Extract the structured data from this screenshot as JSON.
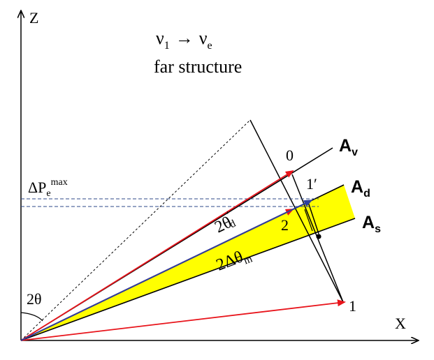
{
  "axes": {
    "z_label": "Z",
    "x_label": "X"
  },
  "header": {
    "transition_from": "ν",
    "transition_from_sub": "1",
    "transition_arrow": "→",
    "transition_to": "ν",
    "transition_to_sub": "e",
    "structure": "far structure"
  },
  "labels": {
    "A_v": {
      "main": "A",
      "sub": "v"
    },
    "A_d": {
      "main": "A",
      "sub": "d"
    },
    "A_s": {
      "main": "A",
      "sub": "s"
    },
    "point_0": "0",
    "point_1": "1",
    "point_1prime": "1′",
    "point_2": "2",
    "delta_p": {
      "main": "ΔP",
      "sub": "e",
      "sup": "max"
    },
    "two_theta_d": {
      "main": "2θ",
      "sub": "d",
      "sup": "′"
    },
    "two_delta_theta_m": {
      "main": "2Δθ",
      "sub": "m"
    },
    "two_theta": "2θ"
  },
  "colors": {
    "axis": "#000000",
    "red_vector": "#e8141b",
    "blue_vector": "#2e3f9e",
    "band_fill": "#ffff00",
    "dashed_guide": "#2e4a8a",
    "dotted_line": "#000000"
  }
}
